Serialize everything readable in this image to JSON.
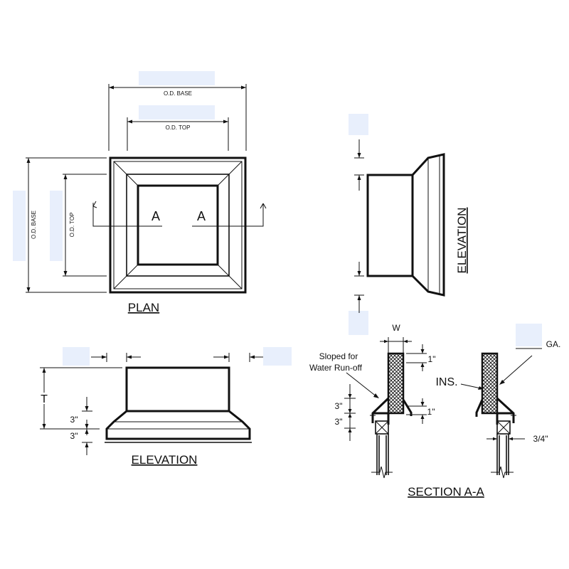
{
  "plan": {
    "title": "PLAN",
    "od_base": "O.D. BASE",
    "od_top": "O.D. TOP",
    "cut_left": "A",
    "cut_right": "A"
  },
  "elevation_side": {
    "title": "ELEVATION"
  },
  "elevation_front": {
    "title": "ELEVATION",
    "height": "T",
    "dim_top": "3\"",
    "dim_bottom": "3\""
  },
  "section": {
    "title": "SECTION A-A",
    "width": "W",
    "note_line1": "Sloped for",
    "note_line2": "Water Run-off",
    "ins": "INS.",
    "gauge": "GA.",
    "dim_1_top": "1\"",
    "dim_1_bottom": "1\"",
    "dim_3_top": "3\"",
    "dim_3_bottom": "3\"",
    "dim_3_4": "3/4\""
  },
  "colors": {
    "line": "#111111",
    "redaction": "#e8effc"
  }
}
